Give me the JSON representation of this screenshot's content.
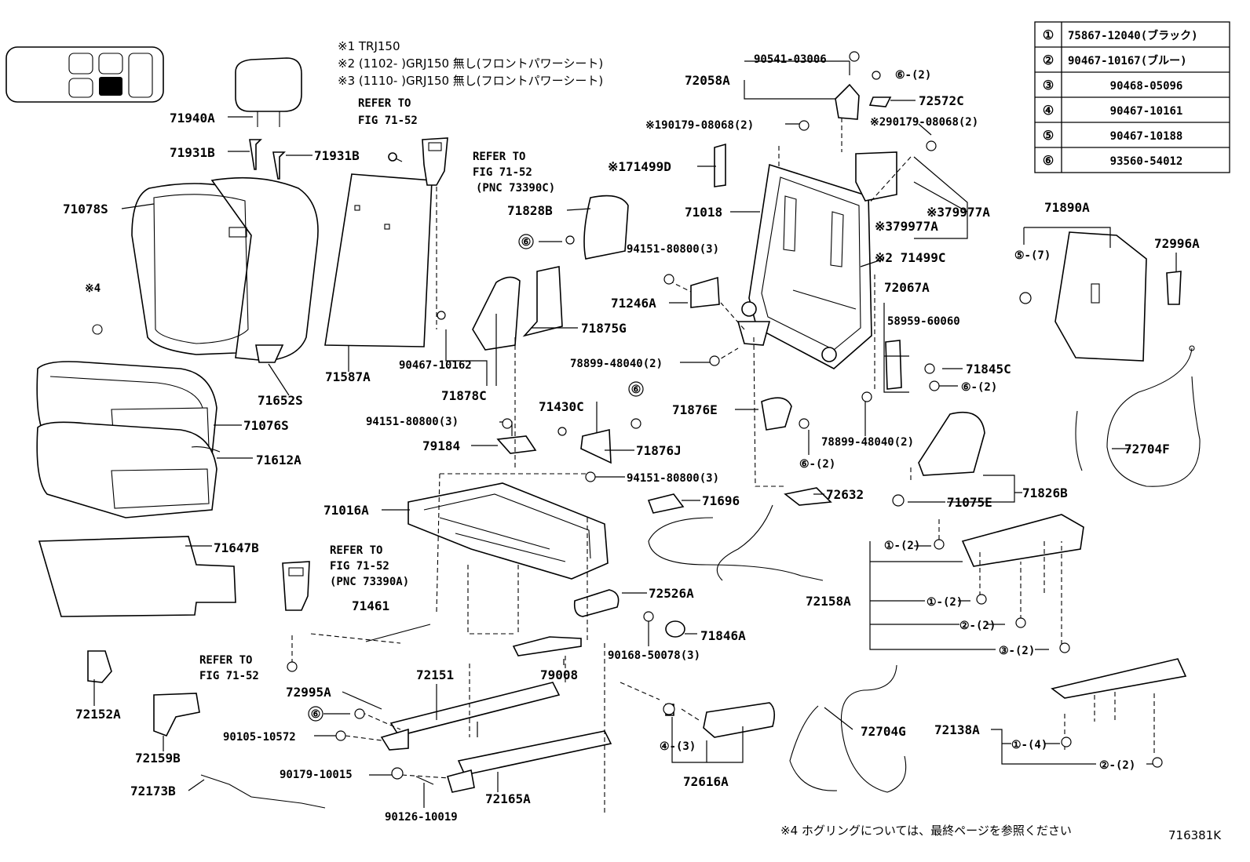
{
  "legend_table": [
    {
      "mark": "①",
      "part": "75867-12040(ブラック)"
    },
    {
      "mark": "②",
      "part": "90467-10167(ブルー)"
    },
    {
      "mark": "③",
      "part": "90468-05096"
    },
    {
      "mark": "④",
      "part": "90467-10161"
    },
    {
      "mark": "⑤",
      "part": "90467-10188"
    },
    {
      "mark": "⑥",
      "part": "93560-54012"
    }
  ],
  "notes": {
    "n1": "※1 TRJ150",
    "n2": "※2 (1102-    )GRJ150 無し(フロントパワーシート)",
    "n3": "※3 (1110-    )GRJ150 無し(フロントパワーシート)",
    "n4": "※4 ホグリングについては、最終ページを参照ください",
    "figure_code": "716381K"
  },
  "refs": {
    "r1": [
      "REFER TO",
      "FIG 71-52"
    ],
    "r2": [
      "REFER TO",
      "FIG 71-52",
      "(PNC 73390C)"
    ],
    "r3": [
      "REFER TO",
      "FIG 71-52",
      "(PNC 73390A)"
    ],
    "r4": [
      "REFER TO",
      "FIG 71-52"
    ]
  },
  "labels": {
    "l71940A": "71940A",
    "l71931B_a": "71931B",
    "l71931B_b": "71931B",
    "l71078S": "71078S",
    "l4": "※4",
    "l71652S": "71652S",
    "l71587A": "71587A",
    "l71076S": "71076S",
    "l71612A": "71612A",
    "l71647B": "71647B",
    "l71828B": "71828B",
    "l6a": "⑥",
    "l94151a": "94151-80800(3)",
    "l71246A": "71246A",
    "l71875G": "71875G",
    "l90467_10162": "90467-10162",
    "l71878C": "71878C",
    "l78899a": "78899-48040(2)",
    "l6b": "⑥",
    "l71430C": "71430C",
    "l94151b": "94151-80800(3)",
    "l79184": "79184",
    "l71876J": "71876J",
    "l94151c": "94151-80800(3)",
    "l71016A": "71016A",
    "l71696": "71696",
    "l72632": "72632",
    "l71461": "71461",
    "l72526A": "72526A",
    "l71846A": "71846A",
    "l90168": "90168-50078(3)",
    "l79008": "79008",
    "l72151": "72151",
    "l72995A": "72995A",
    "l6c": "⑥",
    "l90105": "90105-10572",
    "l90179_10015": "90179-10015",
    "l90126": "90126-10019",
    "l72165A": "72165A",
    "l72152A": "72152A",
    "l72159B": "72159B",
    "l72173B": "72173B",
    "l72616A": "72616A",
    "l4_3": "④-(3)",
    "l72704G": "72704G",
    "l72058A": "72058A",
    "l90541": "90541-03006",
    "l6_2a": "⑥-(2)",
    "l72572C": "72572C",
    "l190179": "※190179-08068(2)",
    "l290179": "※290179-08068(2)",
    "l71499D": "※171499D",
    "l71018": "71018",
    "l379977a": "※379977A",
    "l379977b": "※379977A",
    "l271499C": "※2 71499C",
    "l72067A": "72067A",
    "l58959": "58959-60060",
    "l71845C": "71845C",
    "l6_2b": "⑥-(2)",
    "l78899b": "78899-48040(2)",
    "l71876E": "71876E",
    "l6_2c": "⑥-(2)",
    "l71890A": "71890A",
    "l72996A": "72996A",
    "l5_7": "⑤-(7)",
    "l72704F": "72704F",
    "l71826B": "71826B",
    "l71075E": "71075E",
    "l72158A": "72158A",
    "l1_2a": "①-(2)",
    "l1_2b": "①-(2)",
    "l2_2a": "②-(2)",
    "l3_2": "③-(2)",
    "l72138A": "72138A",
    "l1_4": "①-(4)",
    "l2_2b": "②-(2)"
  }
}
